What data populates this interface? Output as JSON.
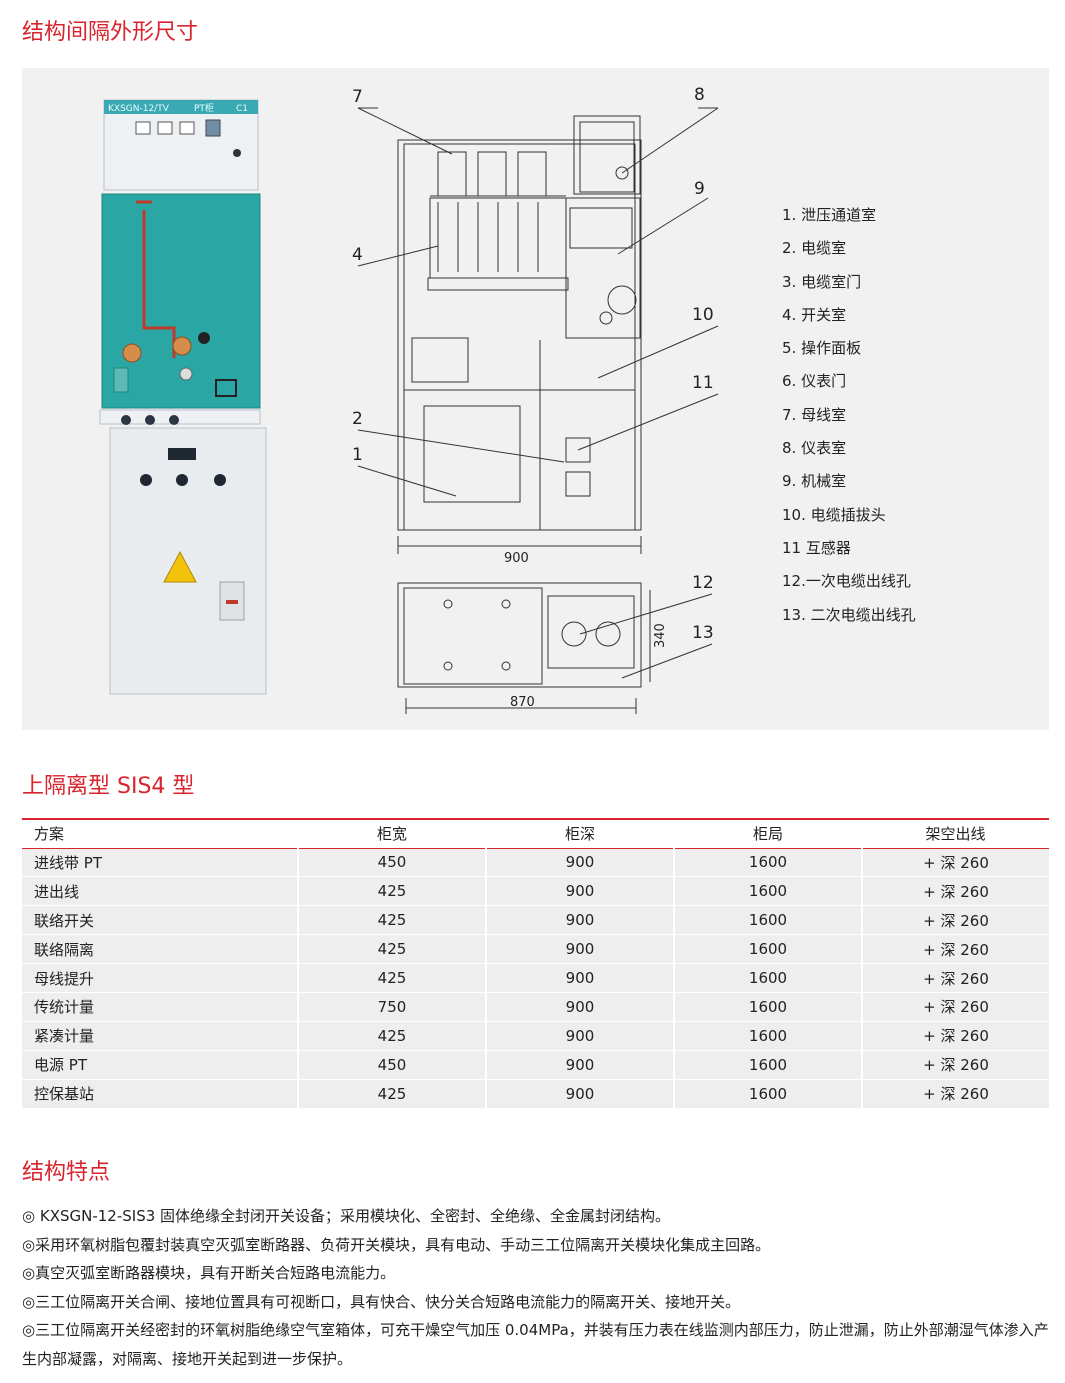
{
  "section1": {
    "title": "结构间隔外形尺寸"
  },
  "cabinet_photo": {
    "nameplate_left": "KXSGN-12/TV",
    "nameplate_mid": "PT柜",
    "nameplate_right": "C1",
    "colors": {
      "teal": "#2aa7a4",
      "body": "#e9ecef",
      "warning": "#f4c20d"
    }
  },
  "drawing": {
    "callouts": [
      "7",
      "8",
      "9",
      "4",
      "10",
      "11",
      "2",
      "1",
      "12",
      "13"
    ],
    "dim_width": "900",
    "dim_plan_width": "870",
    "dim_plan_depth": "340"
  },
  "legend": {
    "items": [
      "1. 泄压通道室",
      "2. 电缆室",
      "3. 电缆室门",
      "4. 开关室",
      "5. 操作面板",
      "6. 仪表门",
      "7. 母线室",
      "8. 仪表室",
      "9. 机械室",
      "10. 电缆插拔头",
      "11 互感器",
      "12.一次电缆出线孔",
      "13. 二次电缆出线孔"
    ]
  },
  "section2": {
    "title": "上隔离型 SIS4 型"
  },
  "spec_table": {
    "headers": [
      "方案",
      "柜宽",
      "柜深",
      "柜局",
      "架空出线"
    ],
    "rows": [
      [
        "进线带 PT",
        "450",
        "900",
        "1600",
        "+ 深 260"
      ],
      [
        "进出线",
        "425",
        "900",
        "1600",
        "+ 深 260"
      ],
      [
        "联络开关",
        "425",
        "900",
        "1600",
        "+ 深 260"
      ],
      [
        "联络隔离",
        "425",
        "900",
        "1600",
        "+ 深 260"
      ],
      [
        "母线提升",
        "425",
        "900",
        "1600",
        "+ 深 260"
      ],
      [
        "传统计量",
        "750",
        "900",
        "1600",
        "+ 深 260"
      ],
      [
        "紧凑计量",
        "425",
        "900",
        "1600",
        "+ 深 260"
      ],
      [
        "电源 PT",
        "450",
        "900",
        "1600",
        "+ 深 260"
      ],
      [
        "控保基站",
        "425",
        "900",
        "1600",
        "+ 深 260"
      ]
    ]
  },
  "section3": {
    "title": "结构特点"
  },
  "features": {
    "items": [
      "◎ KXSGN-12-SIS3 固体绝缘全封闭开关设备；采用模块化、全密封、全绝缘、全金属封闭结构。",
      "◎采用环氧树脂包覆封装真空灭弧室断路器、负荷开关模块，具有电动、手动三工位隔离开关模块化集成主回路。",
      "◎真空灭弧室断路器模块，具有开断关合短路电流能力。",
      "◎三工位隔离开关合闸、接地位置具有可视断口，具有快合、快分关合短路电流能力的隔离开关、接地开关。",
      "◎三工位隔离开关经密封的环氧树脂绝缘空气室箱体，可充干燥空气加压 0.04MPa，并装有压力表在线监测内部压力，防止泄漏，防止外部潮湿气体渗入产生内部凝露，对隔离、接地开关起到进一步保护。"
    ]
  }
}
